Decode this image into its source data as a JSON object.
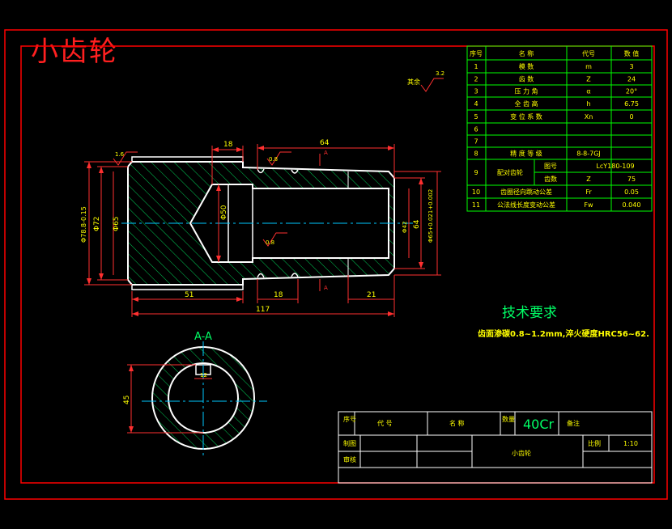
{
  "title": "小齿轮",
  "roughness_note": {
    "label": "其余",
    "value": "3.2"
  },
  "param_table": {
    "headers": [
      "序号",
      "名 称",
      "代号",
      "数 值"
    ],
    "rows": [
      {
        "no": "1",
        "name": "模 数",
        "code": "m",
        "value": "3"
      },
      {
        "no": "2",
        "name": "齿 数",
        "code": "Z",
        "value": "24"
      },
      {
        "no": "3",
        "name": "压 力 角",
        "code": "α",
        "value": "20°"
      },
      {
        "no": "4",
        "name": "全 齿 高",
        "code": "h",
        "value": "6.75"
      },
      {
        "no": "5",
        "name": "变 位 系 数",
        "code": "Xn",
        "value": "0"
      },
      {
        "no": "6",
        "name": "",
        "code": "",
        "value": ""
      },
      {
        "no": "7",
        "name": "",
        "code": "",
        "value": ""
      },
      {
        "no": "8",
        "name": "精 度 等 级",
        "code": "8-8-7GJ",
        "value": ""
      },
      {
        "no": "9",
        "name": "配对齿轮",
        "sub1": "图号",
        "sub1v": "LcY180-109",
        "sub2": "齿数",
        "code": "Z",
        "value": "75"
      },
      {
        "no": "10",
        "name": "齿圈径向跳动公差",
        "code": "Fr",
        "value": "0.05"
      },
      {
        "no": "11",
        "name": "公法线长度变动公差",
        "code": "Fw",
        "value": "0.040"
      }
    ]
  },
  "dims": {
    "d18": "18",
    "d64": "64",
    "d51": "51",
    "d18b": "18",
    "d21": "21",
    "d117": "117",
    "phi78": "Φ78.8-0.15",
    "phi72": "Φ72",
    "phi65": "Φ65",
    "phi50": "Φ50",
    "phi42": "Φ42",
    "d64v": "64",
    "phi65r": "Φ65+0.021+0.002",
    "r16": "1.6",
    "r08": "0.8",
    "r08b": "0.8",
    "secA": "A",
    "secA2": "A",
    "section_title": "A-A",
    "d45": "45",
    "d12": "12"
  },
  "tech": {
    "heading": "技术要求",
    "text": "齿面渗碳0.8~1.2mm,淬火硬度HRC56~62."
  },
  "title_block": {
    "seq": "序号",
    "code": "代 号",
    "name": "名 称",
    "qty": "数量",
    "material": "40Cr",
    "remark": "备注",
    "draw": "制图",
    "check": "审核",
    "part_name": "小齿轮",
    "scale_label": "比例",
    "scale": "1:10"
  },
  "colors": {
    "frame": "#ff0000",
    "table": "#00ff00",
    "geom": "#ffffff",
    "dim": "#ff3030",
    "hatch": "#00ff66",
    "center": "#00c8ff",
    "text": "#ffff00"
  }
}
